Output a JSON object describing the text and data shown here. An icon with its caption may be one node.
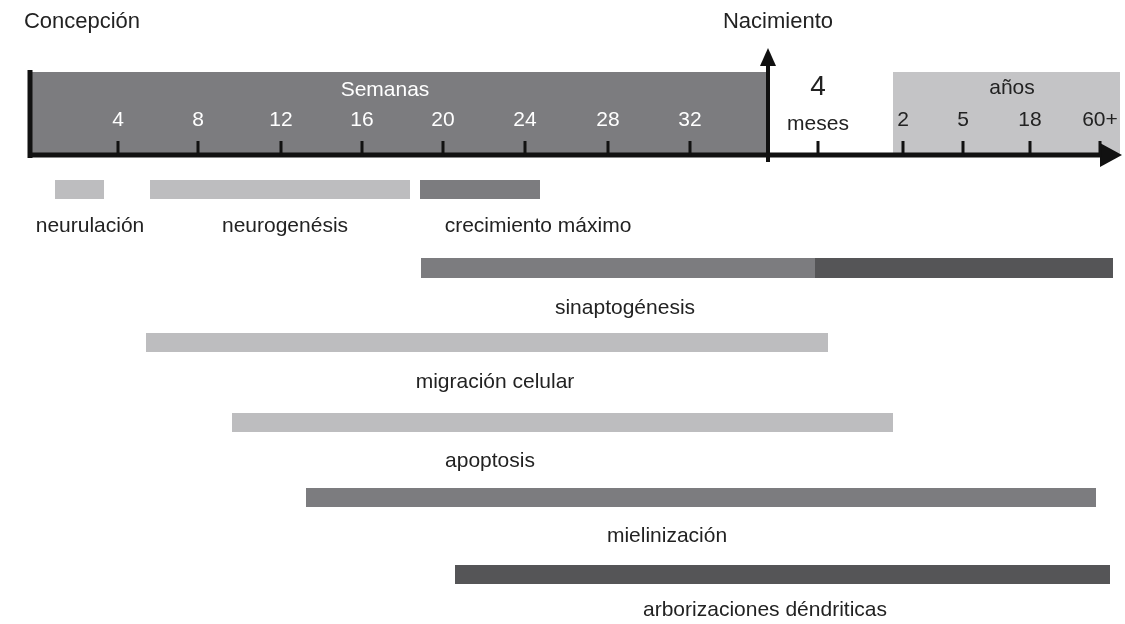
{
  "diagram": {
    "nodes": [
      {
        "text": [
          "neurulación"
        ]
      },
      {
        "text": [
          "neurogenésis"
        ]
      },
      {
        "text": [
          "crecimiento máximo"
        ]
      },
      {
        "text": [
          "sinaptogénesis"
        ]
      },
      {
        "text": [
          "migración celular"
        ]
      },
      {
        "text": [
          "apoptosis"
        ]
      },
      {
        "text": [
          "mielinización"
        ]
      },
      {
        "text": [
          "arborizaciones déndriticas"
        ]
      }
    ],
    "edges": [],
    "labels": [
      "Concepción",
      "Nacimiento",
      "Semanas",
      "4",
      "8",
      "12",
      "16",
      "20",
      "24",
      "28",
      "32",
      "4",
      "meses",
      "años",
      "2",
      "5",
      "18",
      "60+"
    ]
  }
}
